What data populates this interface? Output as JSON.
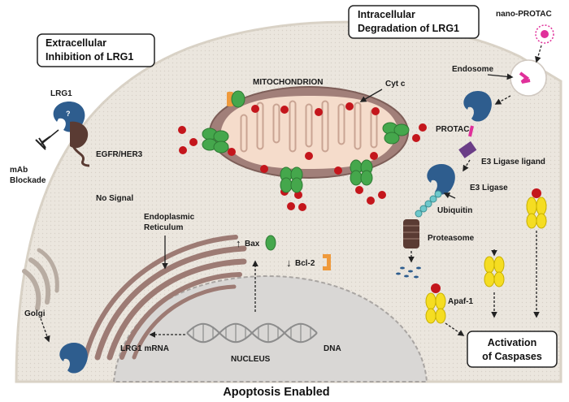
{
  "boxes": {
    "extracellular_line1": "Extracellular",
    "extracellular_line2": "Inhibition of LRG1",
    "intracellular_line1": "Intracellular",
    "intracellular_line2": "Degradation of LRG1",
    "activation_line1": "Activation",
    "activation_line2": "of Caspases"
  },
  "labels": {
    "lrg1": "LRG1",
    "lrg1_mark": "?",
    "egfr": "EGFR/HER3",
    "mab_line1": "mAb",
    "mab_line2": "Blockade",
    "no_signal": "No Signal",
    "mitochondrion": "MITOCHONDRION",
    "cyt_c": "Cyt c",
    "nano_protac": "nano-PROTAC",
    "endosome": "Endosome",
    "protac": "PROTAC",
    "e3_ligand": "E3 Ligase ligand",
    "e3_ligase": "E3 Ligase",
    "ubiquitin": "Ubiquitin",
    "proteasome": "Proteasome",
    "er_line1": "Endoplasmic",
    "er_line2": "Reticulum",
    "bax": "Bax",
    "bcl2": "Bcl-2",
    "golgi": "Golgi",
    "lrg1_mrna": "LRG1 mRNA",
    "dna": "DNA",
    "nucleus": "NUCLEUS",
    "apaf1": "Apaf-1",
    "up_arrow": "↑",
    "down_arrow": "↓"
  },
  "caption": "Apoptosis Enabled",
  "colors": {
    "cell": "#ebe6de",
    "nucleus": "#d9d7d5",
    "mito_outer": "#a17f79",
    "mito_inner": "#f5dccb",
    "lrg1_blue": "#2e5d8e",
    "receptor_brown": "#5a3b33",
    "bax_green": "#45a74c",
    "bcl2_orange": "#ef9a3c",
    "cytc_red": "#c4161c",
    "caspase_yellow": "#f5dd22",
    "protac_magenta": "#e0309a",
    "e3_purple": "#6a3d87",
    "ubiquitin_teal": "#6ec8cb"
  }
}
